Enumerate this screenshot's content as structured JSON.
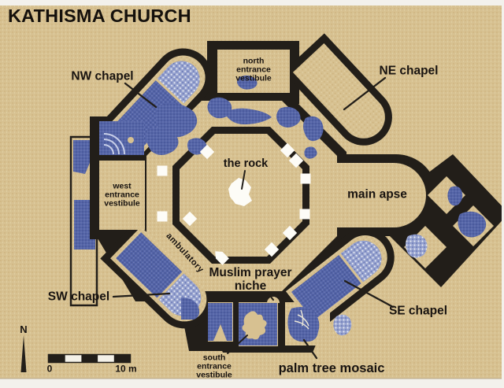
{
  "page": {
    "title": "KATHISMA CHURCH"
  },
  "map": {
    "rooms": {
      "nw_chapel": "NW chapel",
      "ne_chapel": "NE chapel",
      "sw_chapel": "SW chapel",
      "se_chapel": "SE chapel",
      "main_apse": "main apse",
      "the_rock": "the rock",
      "ambulatory": "ambulatory",
      "north_entrance_vestibule": {
        "line1": "north",
        "line2": "entrance",
        "line3": "vestibule"
      },
      "west_entrance_vestibule": {
        "line1": "west",
        "line2": "entrance",
        "line3": "vestibule"
      },
      "south_entrance_vestibule": {
        "line1": "south",
        "line2": "entrance",
        "line3": "vestibule"
      },
      "muslim_prayer_niche": {
        "line1": "Muslim prayer",
        "line2": "niche"
      },
      "palm_tree_mosaic": "palm tree mosaic"
    },
    "compass": {
      "north": "N"
    },
    "scale_bar": {
      "start": "0",
      "end": "10 m"
    },
    "colors": {
      "background": "#d7c191",
      "walls": "#221e19",
      "mosaic_blue": "#5565a8",
      "mosaic_light_blue": "#96a2cf",
      "highlight_white": "#fdfcf7"
    }
  }
}
